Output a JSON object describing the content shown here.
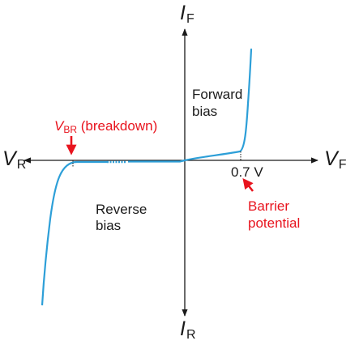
{
  "axes": {
    "forward_current": {
      "letter": "I",
      "subscript": "F"
    },
    "reverse_current": {
      "letter": "I",
      "subscript": "R"
    },
    "forward_voltage": {
      "letter": "V",
      "subscript": "F"
    },
    "reverse_voltage": {
      "letter": "V",
      "subscript": "R"
    }
  },
  "regions": {
    "forward": {
      "line1": "Forward",
      "line2": "bias"
    },
    "reverse": {
      "line1": "Reverse",
      "line2": "bias"
    }
  },
  "annotations": {
    "breakdown": {
      "letter": "V",
      "subscript": "BR",
      "suffix": " (breakdown)"
    },
    "knee_value": "0.7 V",
    "barrier": {
      "line1": "Barrier",
      "line2": "potential"
    }
  },
  "colors": {
    "axis": "#1a1a1a",
    "curve": "#2d9fd8",
    "annotation": "#e8141e",
    "text": "#1a1a1a"
  }
}
